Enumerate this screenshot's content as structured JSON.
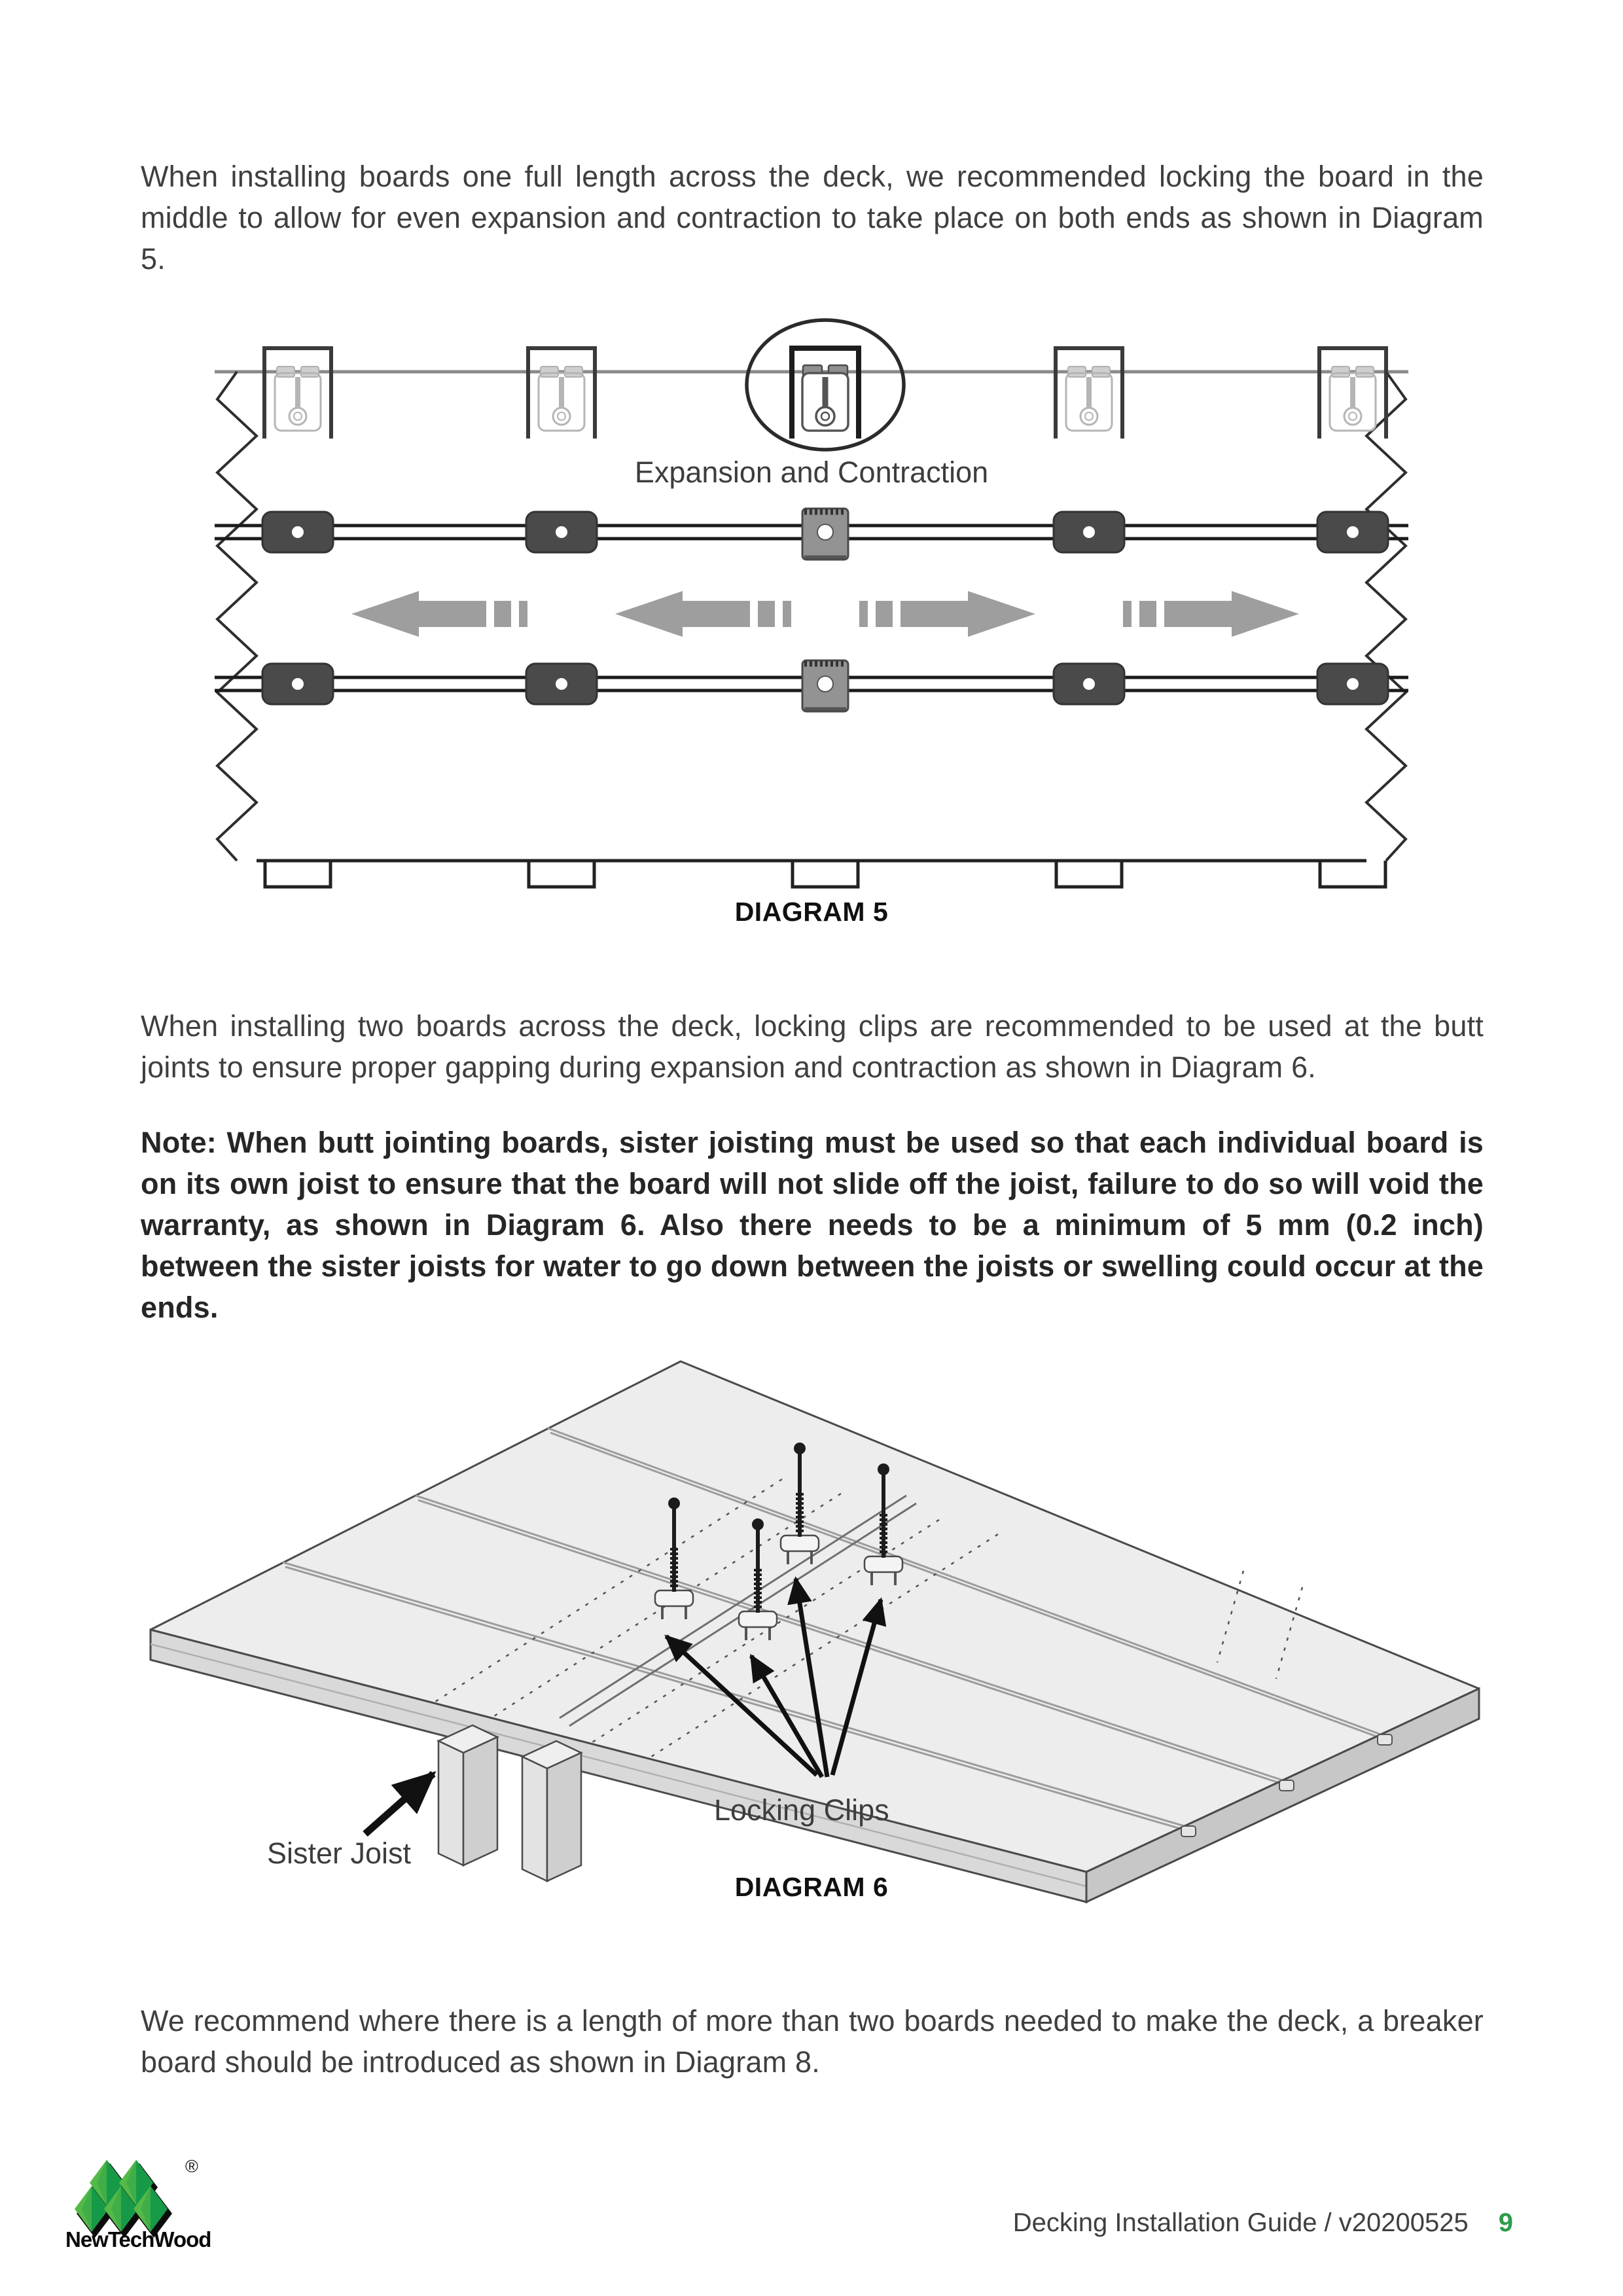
{
  "paragraphs": {
    "para1": "When installing boards one full length across the deck, we recommended locking the board in the middle to allow for even expansion and contraction to take place on both ends as shown in Diagram 5.",
    "para2": "When installing two boards across the deck, locking clips are recommended to be used at the butt joints to ensure proper gapping during expansion and contraction as shown in Diagram 6.",
    "note": "Note: When butt jointing boards, sister joisting must be used so that each individual board is on its own joist to ensure that the board will not slide off the joist, failure to do so will void the warranty, as shown in Diagram 6. Also there needs to be a minimum of 5 mm (0.2 inch) between the sister joists for water to go down between the joists or swelling could occur at the ends.",
    "para3": "We recommend where there is a length of more than two boards needed to make the deck, a breaker board should be introduced as shown in Diagram 8."
  },
  "diagram5": {
    "annotation": "Expansion and Contraction",
    "caption": "DIAGRAM 5"
  },
  "diagram6": {
    "locking_clips_label": "Locking Clips",
    "sister_joist_label": "Sister Joist",
    "caption": "DIAGRAM 6"
  },
  "footer": {
    "brand": "NewTechWood",
    "registered": "®",
    "doc_title": "Decking Installation Guide / v20200525",
    "page_number": "9"
  },
  "colors": {
    "accent_green": "#2E9C48",
    "logo_light_green": "#55B948",
    "logo_mid_green": "#3FAE49",
    "logo_dark_green": "#169A47",
    "body_text": "#3F3F3F",
    "diagram_gray": "#9E9E9E"
  }
}
